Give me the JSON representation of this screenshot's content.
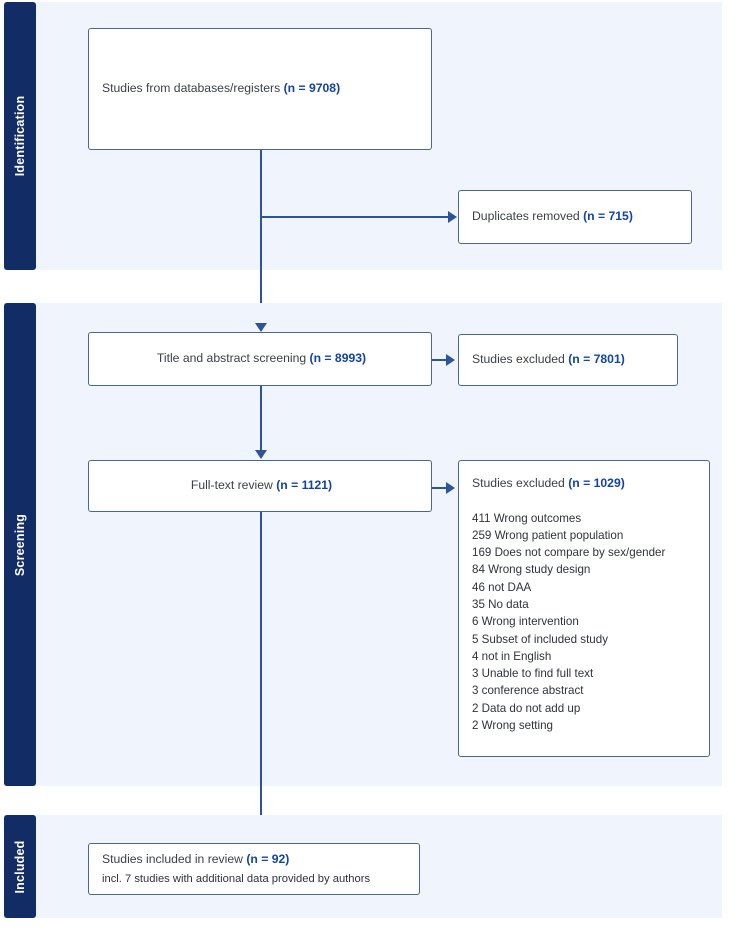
{
  "diagram": {
    "type": "prisma-flow-diagram",
    "colors": {
      "band_background": "#eff4fd",
      "band_tab": "#122c66",
      "box_border": "#4a6794",
      "connector": "#2d5496",
      "value_text": "#1344a4",
      "body_text": "#3b3f47"
    },
    "stages": [
      {
        "id": "identification",
        "label": "Identification"
      },
      {
        "id": "screening",
        "label": "Screening"
      },
      {
        "id": "included",
        "label": "Included"
      }
    ],
    "nodes": {
      "records_identified": {
        "label": "Studies from databases/registers",
        "count_text": "(n = 9708)",
        "n": 9708
      },
      "duplicates_removed": {
        "label": "Duplicates removed",
        "count_text": "(n = 715)",
        "n": 715
      },
      "title_abstract_screening": {
        "label": "Title and abstract screening",
        "count_text": "(n = 8993)",
        "n": 8993
      },
      "excluded_screening": {
        "label": "Studies excluded",
        "count_text": "(n = 7801)",
        "n": 7801
      },
      "full_text_review": {
        "label": "Full-text review",
        "count_text": "(n = 1121)",
        "n": 1121
      },
      "excluded_full_text": {
        "label": "Studies excluded",
        "count_text": "(n = 1029)",
        "n": 1029,
        "reasons": [
          "411 Wrong outcomes",
          "259 Wrong patient population",
          "169 Does not compare by sex/gender",
          "84 Wrong study design",
          "46 not DAA",
          "35 No data",
          "6 Wrong intervention",
          "5 Subset of included study",
          "4 not in English",
          "3 Unable to find full text",
          "3 conference abstract",
          "2 Data do not add up",
          "2 Wrong setting"
        ]
      },
      "studies_included": {
        "label": "Studies included in review",
        "count_text": "(n = 92)",
        "n": 92,
        "sublabel": "incl. 7 studies with additional data provided by authors"
      }
    }
  }
}
